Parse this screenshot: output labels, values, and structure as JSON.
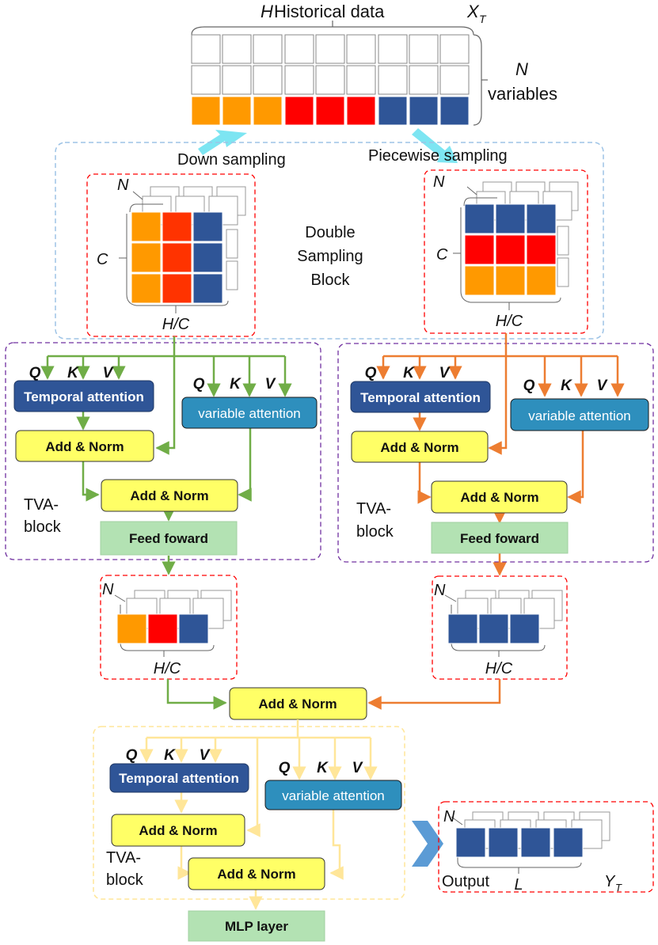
{
  "header": {
    "h_label": "H",
    "h_text": "Historical data",
    "x_label": "X",
    "x_sub": "T",
    "n_label": "N",
    "variables": "variables"
  },
  "sampling": {
    "down": "Down sampling",
    "piecewise": "Piecewise sampling",
    "block_line1": "Double",
    "block_line2": "Sampling",
    "block_line3": "Block"
  },
  "tensor_labels": {
    "n": "N",
    "c": "C",
    "hc": "H/C",
    "l": "L",
    "output": "Output",
    "y": "Y",
    "y_sub": "T"
  },
  "tva": {
    "q": "Q",
    "k": "K",
    "v": "V",
    "temporal": "Temporal attention",
    "variable": "variable attention",
    "add_norm": "Add & Norm",
    "feed_forward": "Feed foward",
    "block_line1": "TVA-",
    "block_line2": "block"
  },
  "final": {
    "add_norm": "Add & Norm",
    "mlp": "MLP layer"
  },
  "colors": {
    "orange": "#ff9900",
    "red": "#ff0000",
    "navy": "#2f5597",
    "teal": "#2e8fbd",
    "yellow": "#ffff66",
    "green_box": "#b3e2b3",
    "green_line": "#70ad47",
    "orange_line": "#ed7d31",
    "light_yellow_line": "#ffe699",
    "cyan_arrow": "#66e0f0",
    "chevron": "#5b9bd5"
  }
}
